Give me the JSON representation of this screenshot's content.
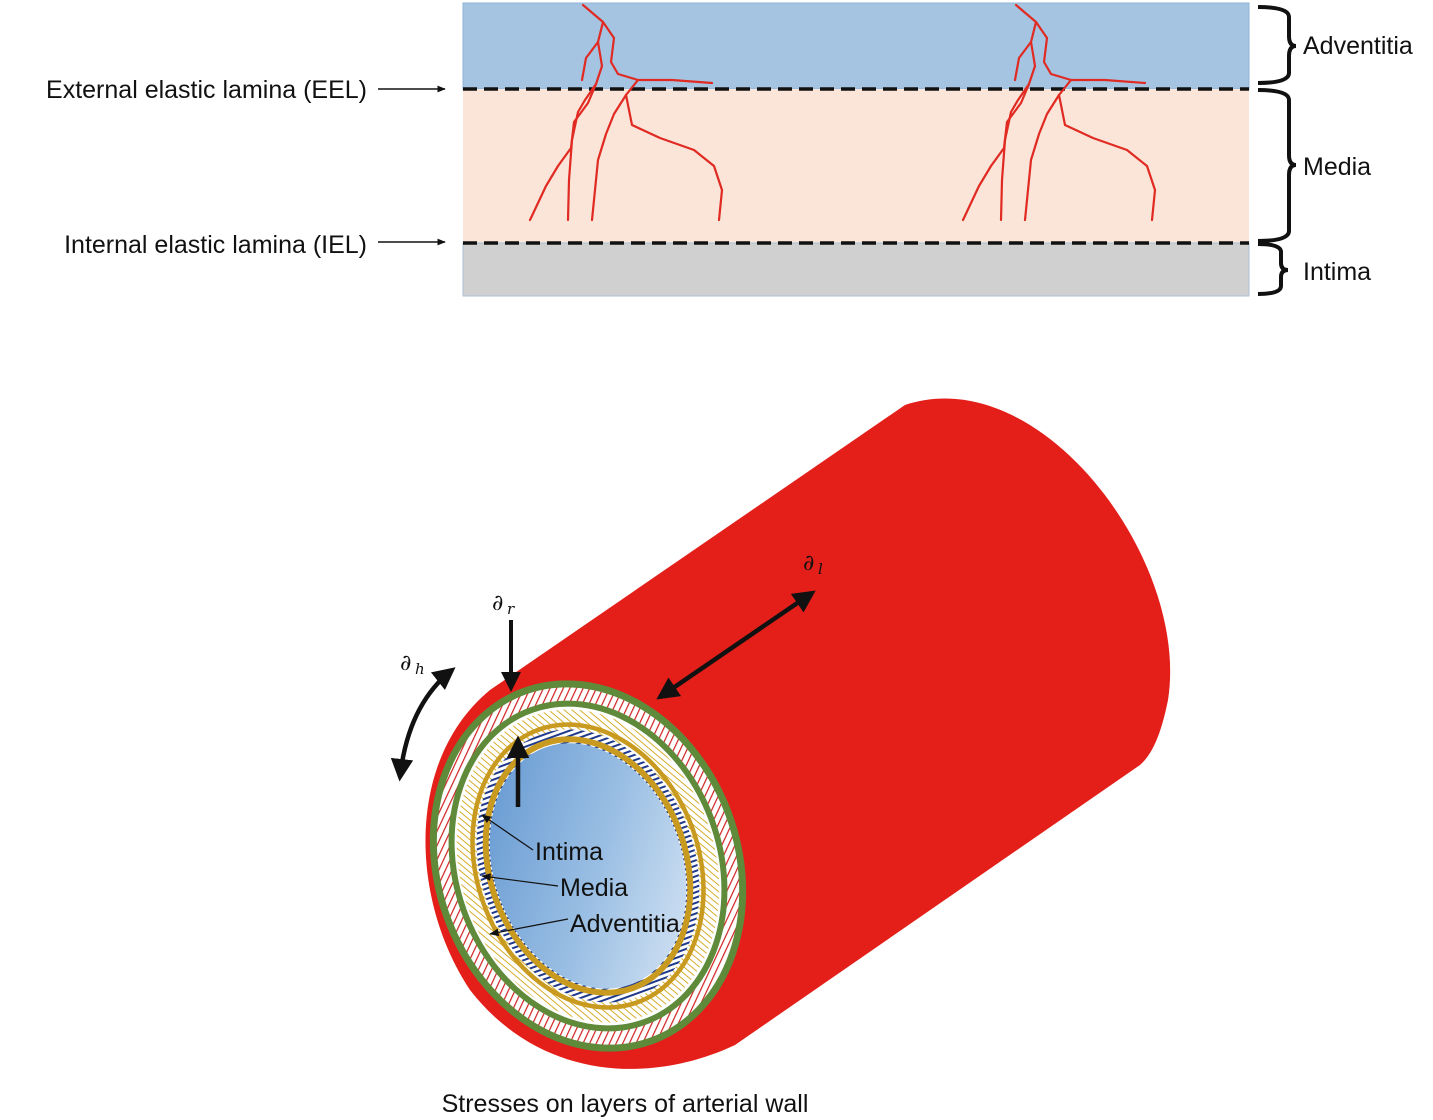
{
  "layer_diagram": {
    "adventitia_label": "Adventitia",
    "media_label": "Media",
    "intima_label": "Intima",
    "eel_label": "External elastic lamina (EEL)",
    "iel_label": "Internal elastic lamina (IEL)",
    "colors": {
      "adventitia": "#a4c4e2",
      "media": "#fae5d8",
      "intima": "#d0d0d0",
      "vessels": "#e02a22"
    }
  },
  "cylinder_diagram": {
    "stress_symbol": "∂",
    "radial_subscript": "r",
    "hoop_subscript": "h",
    "longitudinal_subscript": "l",
    "intima_label": "Intima",
    "media_label": "Media",
    "adventitia_label": "Adventitia",
    "caption": "Stresses on layers of arterial wall",
    "colors": {
      "vessel_wall": "#e41f1a",
      "outer_ring": "#5e8a3a",
      "inner_ring": "#c89a1f",
      "stripes": "#1f3a8c"
    }
  }
}
